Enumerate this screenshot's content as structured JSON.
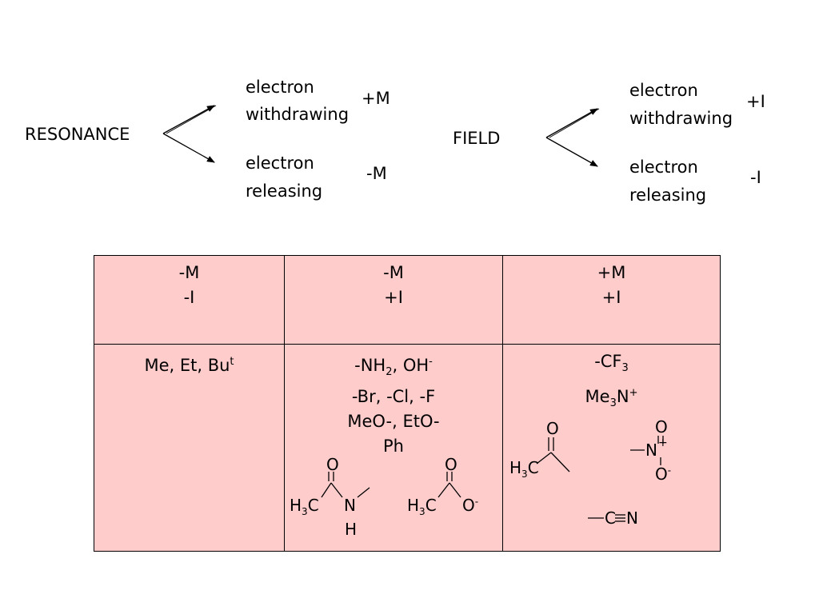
{
  "resonance": {
    "label": "RESONANCE",
    "up_line1": "electron",
    "up_line2": "withdrawing",
    "up_code": "+M",
    "down_line1": "electron",
    "down_line2": "releasing",
    "down_code": "-M"
  },
  "field": {
    "label": "FIELD",
    "up_line1": "electron",
    "up_line2": "withdrawing",
    "up_code": "+I",
    "down_line1": "electron",
    "down_line2": "releasing",
    "down_code": "-I"
  },
  "table": {
    "headers": [
      {
        "line1": "-M",
        "line2": "-I"
      },
      {
        "line1": "-M",
        "line2": "+I"
      },
      {
        "line1": "+M",
        "line2": "+I"
      }
    ],
    "col1": {
      "text": "Me, Et, Bu",
      "sup": "t"
    },
    "col2": {
      "l1_a": "-NH",
      "l1_b": "2",
      "l1_c": ", OH",
      "l1_d": "-",
      "l2": "-Br, -Cl, -F",
      "l3": "MeO-, EtO-",
      "l4": "Ph"
    },
    "col3": {
      "l1_a": "-CF",
      "l1_b": "3",
      "l2_a": "Me",
      "l2_b": "3",
      "l2_c": "N",
      "l2_d": "+"
    },
    "molecules": {
      "amide": {
        "o": "O",
        "h3c_a": "H",
        "h3c_b": "3",
        "h3c_c": "C",
        "n": "N",
        "h": "H"
      },
      "acetate": {
        "o": "O",
        "h3c_a": "H",
        "h3c_b": "3",
        "h3c_c": "C",
        "o2": "O",
        "charge": "-"
      },
      "acetyl": {
        "o": "O",
        "h3c_a": "H",
        "h3c_b": "3",
        "h3c_c": "C"
      },
      "nitro": {
        "n": "N",
        "plus": "+",
        "o_top": "O",
        "o_bot": "O",
        "charge": "-"
      },
      "cyano": {
        "c": "C",
        "n": "N"
      }
    }
  }
}
